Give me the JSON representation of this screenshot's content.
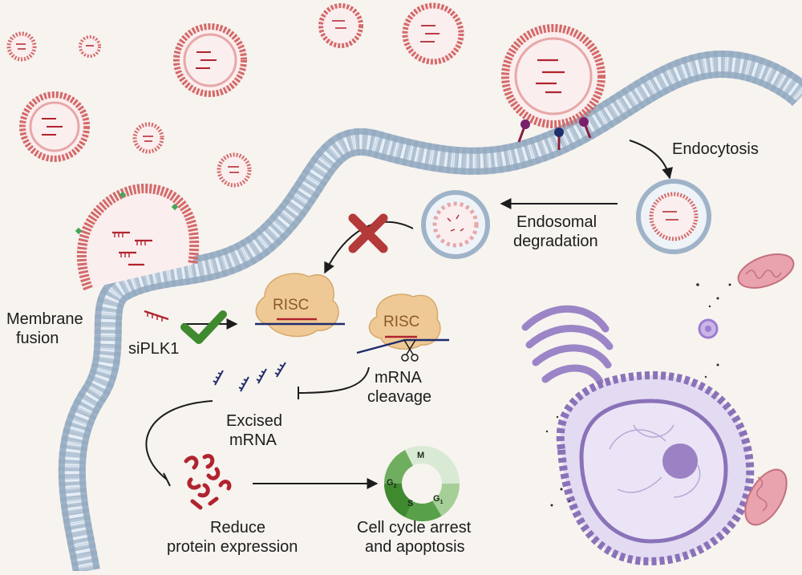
{
  "labels": {
    "endocytosis": "Endocytosis",
    "endosomal_line1": "Endosomal",
    "endosomal_line2": "degradation",
    "membrane_line1": "Membrane",
    "membrane_line2": "fusion",
    "siplk1": "siPLK1",
    "risc_main": "RISC",
    "risc_cleave": "RISC",
    "cleavage_line1": "mRNA",
    "cleavage_line2": "cleavage",
    "excised_line1": "Excised",
    "excised_line2": "mRNA",
    "reduce_line1": "Reduce",
    "reduce_line2": "protein expression",
    "arrest_line1": "Cell cycle arrest",
    "arrest_line2": "and apoptosis"
  },
  "cell_cycle": {
    "M": "M",
    "G2": "G",
    "G2_sub": "2",
    "S": "S",
    "G1": "G",
    "G1_sub": "1"
  },
  "colors": {
    "background": "#f7f3ef",
    "membrane": "#9fb3c8",
    "lipid_red": "#d46a6a",
    "sirna": "#b0242e",
    "mrna": "#1f2b6b",
    "risc": "#efc995",
    "check": "#3f8a2e",
    "cross": "#b43a3a",
    "er": "#8a72b8",
    "mito": "#d98c98"
  },
  "icons": [
    "check-icon",
    "cross-icon",
    "scissors-icon"
  ]
}
